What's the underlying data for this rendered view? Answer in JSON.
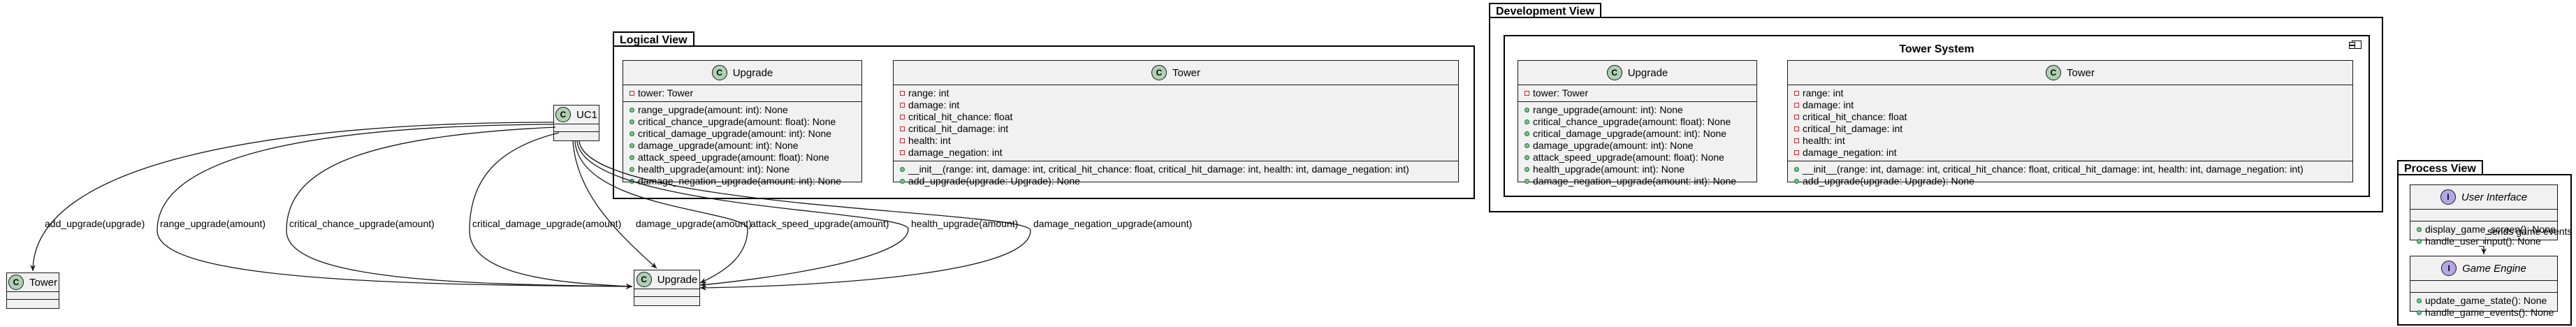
{
  "logical_view": {
    "title": "Logical View",
    "upgrade": {
      "name": "Upgrade",
      "badge": "C",
      "fields": [
        {
          "vis": "private",
          "text": "tower: Tower"
        }
      ],
      "methods": [
        {
          "vis": "public",
          "text": "range_upgrade(amount: int): None"
        },
        {
          "vis": "public",
          "text": "critical_chance_upgrade(amount: float): None"
        },
        {
          "vis": "public",
          "text": "critical_damage_upgrade(amount: int): None"
        },
        {
          "vis": "public",
          "text": "damage_upgrade(amount: int): None"
        },
        {
          "vis": "public",
          "text": "attack_speed_upgrade(amount: float): None"
        },
        {
          "vis": "public",
          "text": "health_upgrade(amount: int): None"
        },
        {
          "vis": "public",
          "text": "damage_negation_upgrade(amount: int): None"
        }
      ]
    },
    "tower": {
      "name": "Tower",
      "badge": "C",
      "fields": [
        {
          "vis": "private",
          "text": "range: int"
        },
        {
          "vis": "private",
          "text": "damage: int"
        },
        {
          "vis": "private",
          "text": "critical_hit_chance: float"
        },
        {
          "vis": "private",
          "text": "critical_hit_damage: int"
        },
        {
          "vis": "private",
          "text": "health: int"
        },
        {
          "vis": "private",
          "text": "damage_negation: int"
        }
      ],
      "methods": [
        {
          "vis": "public",
          "text": "__init__(range: int, damage: int, critical_hit_chance: float, critical_hit_damage: int, health: int, damage_negation: int)"
        },
        {
          "vis": "public",
          "text": "add_upgrade(upgrade: Upgrade): None"
        }
      ]
    }
  },
  "development_view": {
    "title": "Development View",
    "component_title": "Tower System",
    "upgrade": {
      "name": "Upgrade",
      "badge": "C",
      "fields": [
        {
          "vis": "private",
          "text": "tower: Tower"
        }
      ],
      "methods": [
        {
          "vis": "public",
          "text": "range_upgrade(amount: int): None"
        },
        {
          "vis": "public",
          "text": "critical_chance_upgrade(amount: float): None"
        },
        {
          "vis": "public",
          "text": "critical_damage_upgrade(amount: int): None"
        },
        {
          "vis": "public",
          "text": "damage_upgrade(amount: int): None"
        },
        {
          "vis": "public",
          "text": "attack_speed_upgrade(amount: float): None"
        },
        {
          "vis": "public",
          "text": "health_upgrade(amount: int): None"
        },
        {
          "vis": "public",
          "text": "damage_negation_upgrade(amount: int): None"
        }
      ]
    },
    "tower": {
      "name": "Tower",
      "badge": "C",
      "fields": [
        {
          "vis": "private",
          "text": "range: int"
        },
        {
          "vis": "private",
          "text": "damage: int"
        },
        {
          "vis": "private",
          "text": "critical_hit_chance: float"
        },
        {
          "vis": "private",
          "text": "critical_hit_damage: int"
        },
        {
          "vis": "private",
          "text": "health: int"
        },
        {
          "vis": "private",
          "text": "damage_negation: int"
        }
      ],
      "methods": [
        {
          "vis": "public",
          "text": "__init__(range: int, damage: int, critical_hit_chance: float, critical_hit_damage: int, health: int, damage_negation: int)"
        },
        {
          "vis": "public",
          "text": "add_upgrade(upgrade: Upgrade): None"
        }
      ]
    }
  },
  "process_view": {
    "title": "Process View",
    "user_interface": {
      "name": "User Interface",
      "badge": "I",
      "methods": [
        {
          "vis": "public",
          "text": "display_game_screen(): None"
        },
        {
          "vis": "public",
          "text": "handle_user_input(): None"
        }
      ]
    },
    "game_engine": {
      "name": "Game Engine",
      "badge": "I",
      "methods": [
        {
          "vis": "public",
          "text": "update_game_state(): None"
        },
        {
          "vis": "public",
          "text": "handle_game_events(): None"
        }
      ]
    },
    "relation_label": "sends game events"
  },
  "outside": {
    "uc1": {
      "name": "UC1",
      "badge": "C"
    },
    "tower": {
      "name": "Tower",
      "badge": "C"
    },
    "upgrade": {
      "name": "Upgrade",
      "badge": "C"
    }
  },
  "relations": [
    {
      "id": "add-upgrade",
      "label": "add_upgrade(upgrade)"
    },
    {
      "id": "range-upgrade",
      "label": "range_upgrade(amount)"
    },
    {
      "id": "critical-chance-upgrade",
      "label": "critical_chance_upgrade(amount)"
    },
    {
      "id": "critical-damage-upgrade",
      "label": "critical_damage_upgrade(amount)"
    },
    {
      "id": "damage-upgrade",
      "label": "damage_upgrade(amount)"
    },
    {
      "id": "attack-speed-upgrade",
      "label": "attack_speed_upgrade(amount)"
    },
    {
      "id": "health-upgrade",
      "label": "health_upgrade(amount)"
    },
    {
      "id": "damage-negation-upgrade",
      "label": "damage_negation_upgrade(amount)"
    }
  ],
  "colors": {
    "class_fill": "#f1f1f1",
    "class_badge": "#add1b2",
    "interface_badge": "#b4a7e5",
    "private_marker": "#c82930",
    "public_marker": "#84be84"
  }
}
